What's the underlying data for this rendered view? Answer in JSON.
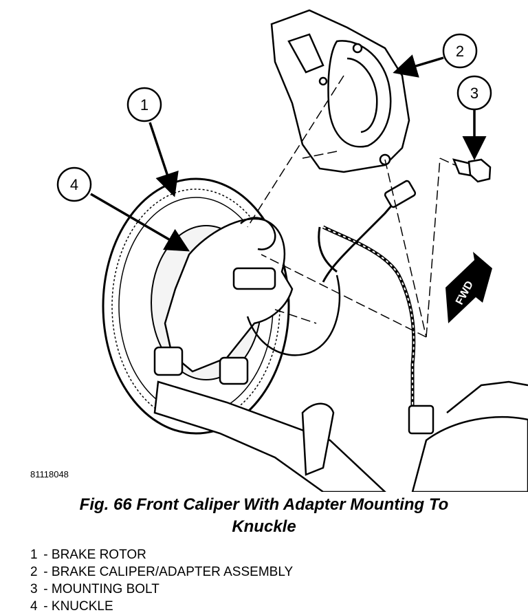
{
  "figure_id": "81118048",
  "caption": {
    "line1": "Fig. 66 Front Caliper With Adapter Mounting To",
    "line2": "Knuckle"
  },
  "callouts": [
    {
      "number": "1",
      "label": "BRAKE ROTOR"
    },
    {
      "number": "2",
      "label": "BRAKE CALIPER/ADAPTER ASSEMBLY"
    },
    {
      "number": "3",
      "label": "MOUNTING BOLT"
    },
    {
      "number": "4",
      "label": "KNUCKLE"
    }
  ],
  "direction_marker": "FWD",
  "legend_separator": "-"
}
